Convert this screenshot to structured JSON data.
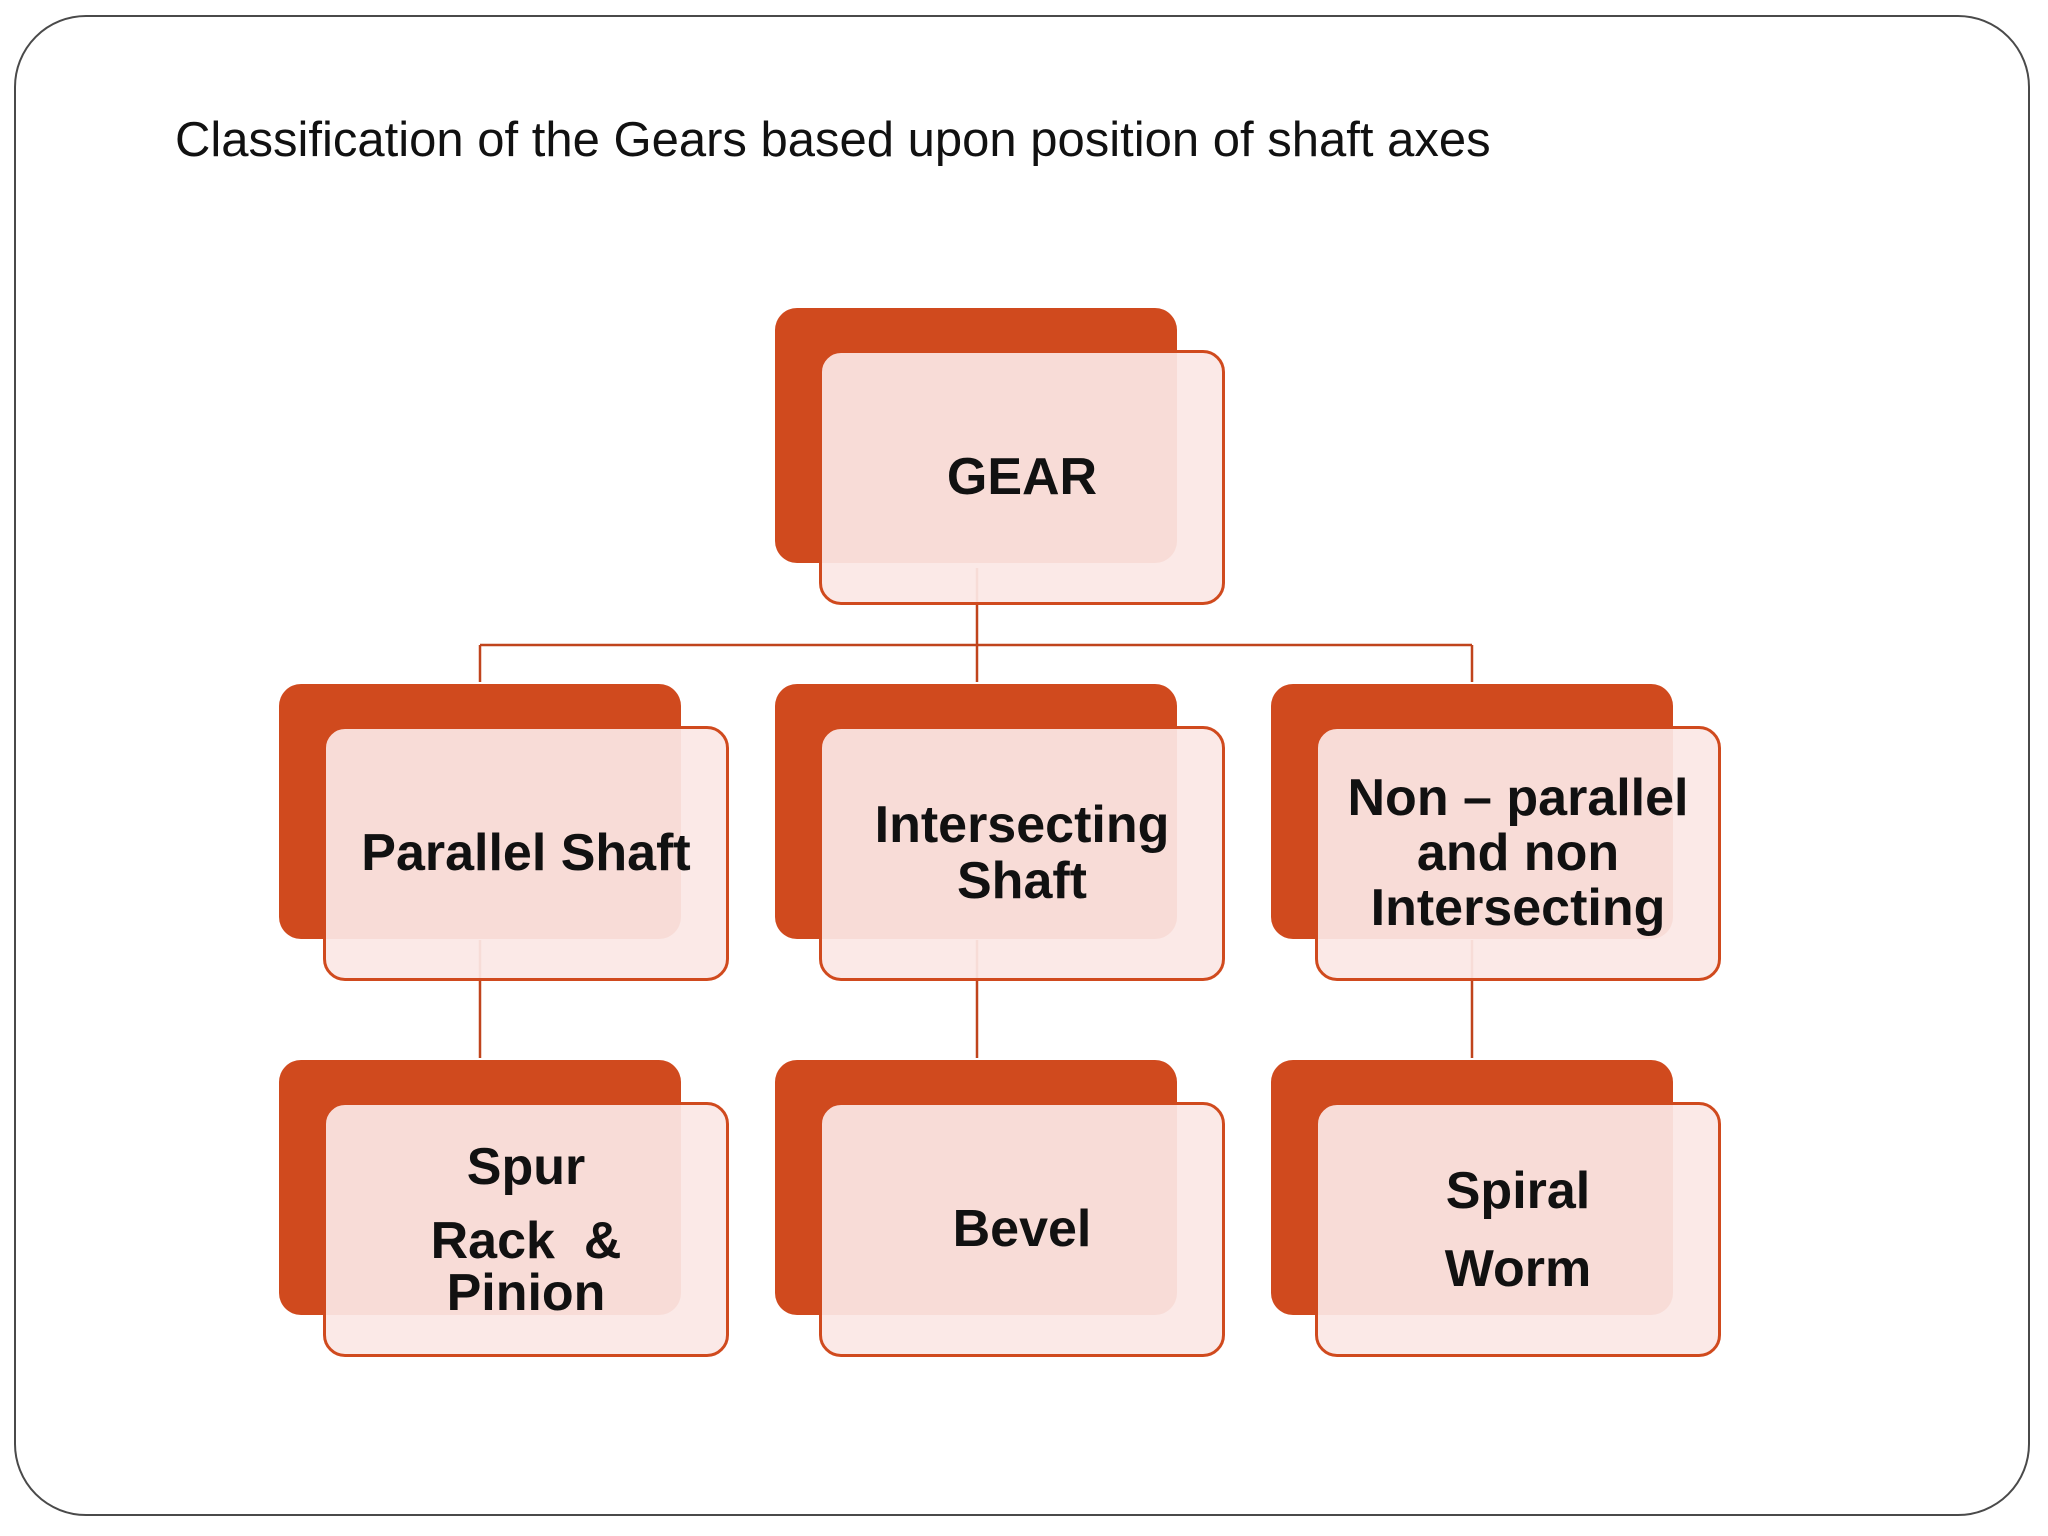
{
  "title": "Classification of the Gears based upon position of shaft axes",
  "colors": {
    "accent": "#d04a1e",
    "box_fill": "#fbe7e5",
    "connector": "#c0441c",
    "frame": "#4a4a4a"
  },
  "tree": {
    "root": {
      "label": "GEAR"
    },
    "categories": [
      {
        "label_lines": [
          "Parallel Shaft"
        ]
      },
      {
        "label_lines": [
          "Intersecting",
          "Shaft"
        ]
      },
      {
        "label_lines": [
          "Non – parallel",
          "and non",
          "Intersecting"
        ]
      }
    ],
    "types": [
      {
        "lines": [
          "Spur",
          "Rack  &",
          "Pinion"
        ]
      },
      {
        "lines": [
          "Bevel"
        ]
      },
      {
        "lines": [
          "Spiral",
          "Worm"
        ]
      }
    ]
  }
}
